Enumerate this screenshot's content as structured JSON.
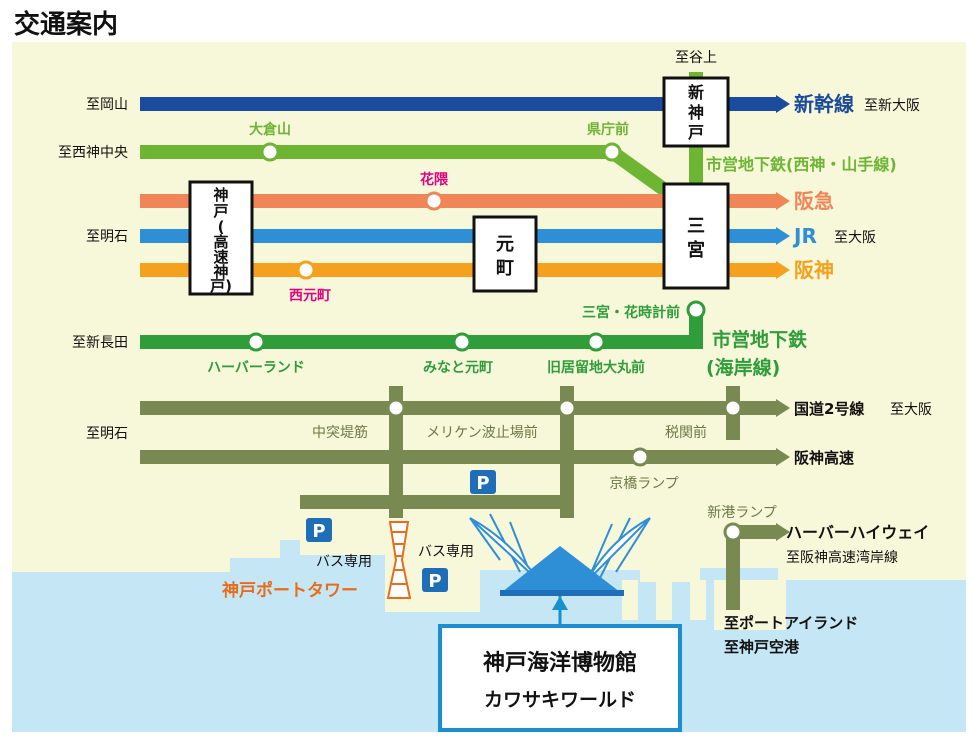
{
  "page_title": "交通案内",
  "colors": {
    "background": "#f7f7d9",
    "water": "#c5e6f5",
    "shinkansen": "#1a4b9c",
    "green_line": "#6fb534",
    "hankyu": "#f08658",
    "jr": "#2f8fd6",
    "hanshin": "#f5a11d",
    "kaigan_line": "#2e9d3a",
    "road": "#788a52",
    "magenta": "#e4007f",
    "tower_orange": "#e86c1a",
    "parking_blue": "#1e6fb8",
    "museum_border": "#1a8fd0",
    "station_box_border": "#111111"
  },
  "destinations": {
    "okayama": "至岡山",
    "nishikanchuo": "至西神中央",
    "akashi_rail": "至明石",
    "shinnagata": "至新長田",
    "akashi_road": "至明石",
    "taniagami": "至谷上",
    "shinosaka": "至新大阪",
    "osaka_jr": "至大阪",
    "osaka_road": "至大阪",
    "hanshin_bay": "至阪神高速湾岸線",
    "port_island": "至ポートアイランド",
    "kobe_airport": "至神戸空港"
  },
  "lines": {
    "shinkansen": "新幹線",
    "seishin": "市営地下鉄(西神・山手線)",
    "hankyu": "阪急",
    "jr": "JR",
    "hanshin": "阪神",
    "kaigan_1": "市営地下鉄",
    "kaigan_2": "(海岸線)",
    "route2": "国道2号線",
    "hanshin_expressway": "阪神高速",
    "harbor_highway": "ハーバーハイウェイ"
  },
  "stations": {
    "shinkobe": "新神戸",
    "sannomiya": "三宮",
    "motomachi": "元町",
    "kobe_kosoku": "神戸(高速神戸)",
    "okurayama": "大倉山",
    "kenchomae": "県庁前",
    "hanakuma": "花隈",
    "nishimotomachi": "西元町",
    "sannomiya_hanadokei": "三宮・花時計前",
    "harborland": "ハーバーランド",
    "minatomotomachi": "みなと元町",
    "kyukyoryuchi": "旧居留地大丸前"
  },
  "roads": {
    "nakatottei": "中突堤筋",
    "meriken": "メリケン波止場前",
    "zeikanmae": "税関前",
    "kyobashi": "京橋ランプ",
    "shinko": "新港ランプ"
  },
  "landmarks": {
    "port_tower": "神戸ポートタワー",
    "bus_only_1": "バス専用",
    "bus_only_2": "バス専用",
    "parking": "P",
    "museum_1": "神戸海洋博物館",
    "museum_2": "カワサキワールド"
  }
}
